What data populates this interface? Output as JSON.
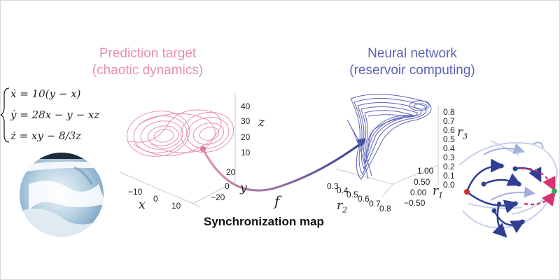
{
  "left_title": {
    "line1": "Prediction target",
    "line2": "(chaotic dynamics)"
  },
  "right_title": {
    "line1": "Neural network",
    "line2": "(reservoir computing)"
  },
  "equations": [
    "ẋ = 10(y − x)",
    "ẏ = 28x − y − xz",
    "ż = xy − 8/3z"
  ],
  "left_plot": {
    "axis_labels": {
      "x": "x",
      "y": "y",
      "z": "z"
    },
    "z_ticks": [
      "40",
      "30",
      "20",
      "10"
    ],
    "y_ticks": [
      "20",
      "0",
      "−20"
    ],
    "x_ticks": [
      "−10",
      "0",
      "10"
    ]
  },
  "right_plot": {
    "axis_labels": {
      "r1": "r",
      "r1_sub": "1",
      "r2": "r",
      "r2_sub": "2",
      "r3": "r",
      "r3_sub": "3"
    },
    "r3_ticks": [
      "0.8",
      "0.7",
      "0.6",
      "0.5",
      "0.4",
      "0.3",
      "0.2",
      "0.1",
      "0.0"
    ],
    "r1_ticks": [
      "1.00",
      "0.50",
      "0.00",
      "−0.50"
    ],
    "r2_ticks": [
      "0.3",
      "0.4",
      "0.5",
      "0.6",
      "0.7",
      "0.8"
    ]
  },
  "map": {
    "symbol": "f",
    "label": "Synchronization map"
  },
  "colors": {
    "pink": "#e691ad",
    "blue": "#5b63b9",
    "dark_blue": "#2f3f93",
    "magenta": "#d8336f",
    "green": "#35a853",
    "red": "#d32b2b"
  }
}
